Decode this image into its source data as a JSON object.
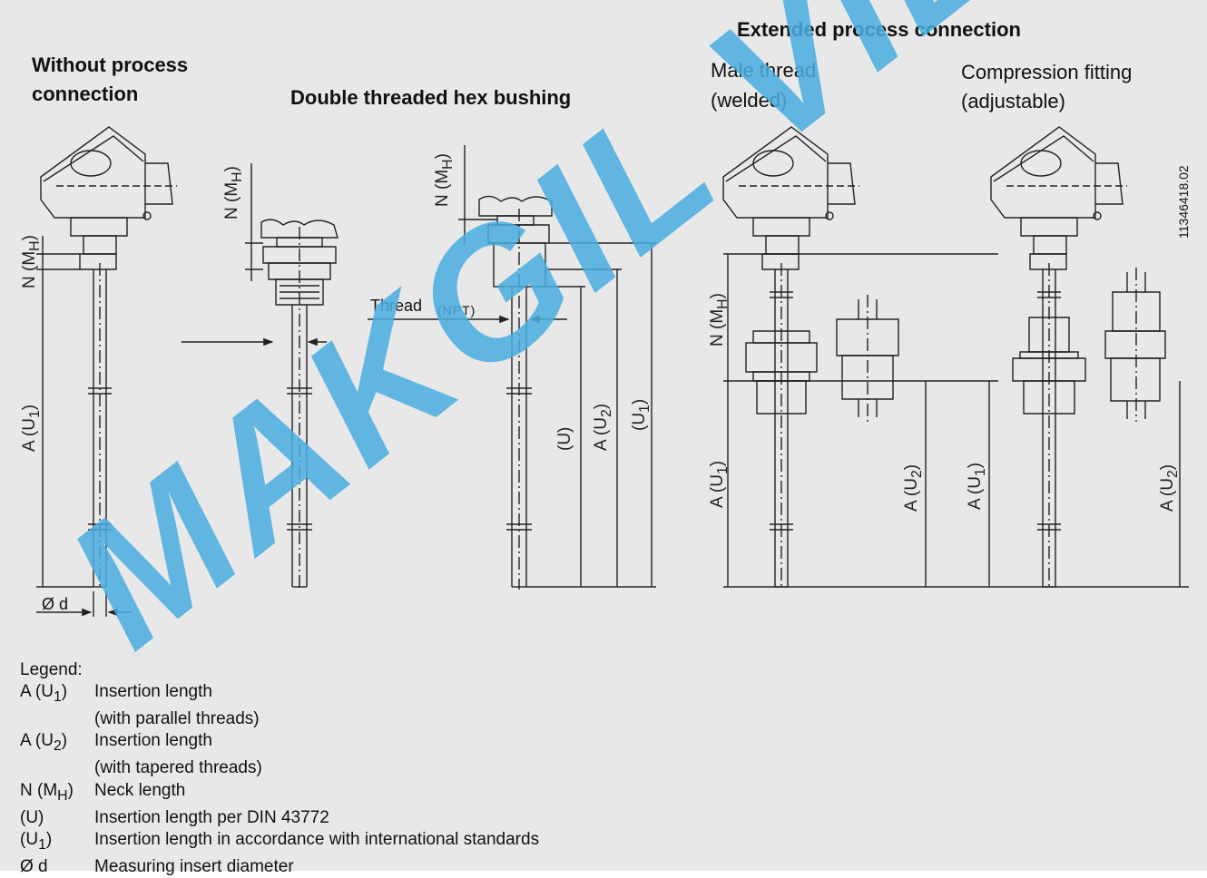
{
  "titles": {
    "without": [
      "Without process",
      "connection"
    ],
    "bushing": "Double threaded hex bushing",
    "extended": "Extended process connection",
    "male": [
      "Male thread",
      "(welded)"
    ],
    "compression": [
      "Compression fitting",
      "(adjustable)"
    ]
  },
  "labels": {
    "thread": "Thread",
    "npt": "(NPT)",
    "neck": "N (M",
    "neck_sub": "H",
    "a_u1": "A (U",
    "a_u2": "A (U",
    "u": "(U)",
    "u1": "(U",
    "sub1": "1",
    "sub2": "2",
    "close": ")",
    "diameter": "Ø d"
  },
  "doc_number": "11346418.02",
  "watermark": "MAKGIL VIET",
  "legend": {
    "title": "Legend:",
    "rows": [
      {
        "key": "A (U",
        "key_sub": "1",
        "key_end": ")",
        "text": "Insertion length",
        "text2": "(with parallel threads)"
      },
      {
        "key": "A (U",
        "key_sub": "2",
        "key_end": ")",
        "text": "Insertion length",
        "text2": "(with tapered threads)"
      },
      {
        "key": "N (M",
        "key_sub": "H",
        "key_end": ")",
        "text": "Neck length",
        "text2": ""
      },
      {
        "key": "(U)",
        "key_sub": "",
        "key_end": "",
        "text": "Insertion length per DIN 43772",
        "text2": ""
      },
      {
        "key": "(U",
        "key_sub": "1",
        "key_end": ")",
        "text": "Insertion length in accordance with international standards",
        "text2": ""
      },
      {
        "key": "Ø d",
        "key_sub": "",
        "key_end": "",
        "text": "Measuring insert diameter",
        "text2": ""
      }
    ]
  }
}
